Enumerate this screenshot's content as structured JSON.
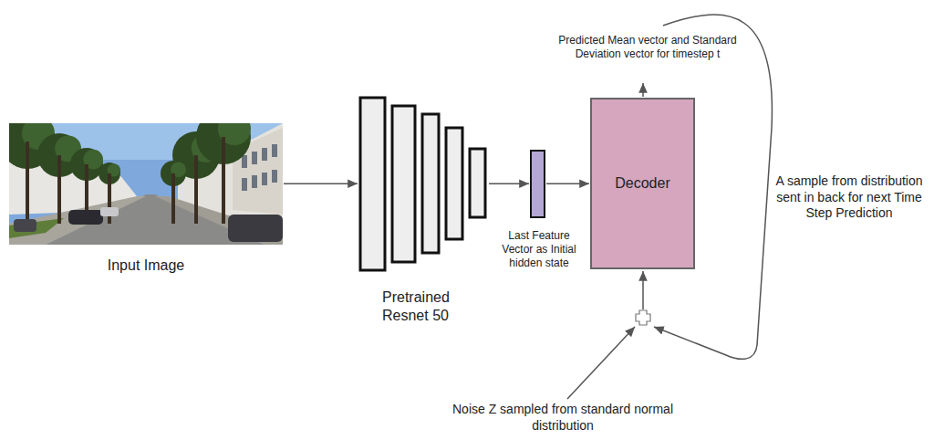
{
  "diagram": {
    "nodes": [
      {
        "text": [
          "Input Image"
        ]
      },
      {
        "text": [
          "Pretrained Resnet 50"
        ]
      },
      {
        "text": [
          "Last Feature Vector as Initial hidden state"
        ]
      },
      {
        "text": [
          "Decoder"
        ]
      }
    ],
    "edges": [
      {
        "from": 0,
        "to": 1,
        "arrow": "to"
      },
      {
        "from": 1,
        "to": 2,
        "arrow": "to"
      },
      {
        "from": 2,
        "to": 3,
        "arrow": "to"
      }
    ],
    "labels": [
      "Predicted Mean vector and Standard Deviation vector for timestep t",
      "A sample from distribution sent in back for next Time Step Prediction",
      "Noise Z sampled from standard normal distribution"
    ]
  }
}
